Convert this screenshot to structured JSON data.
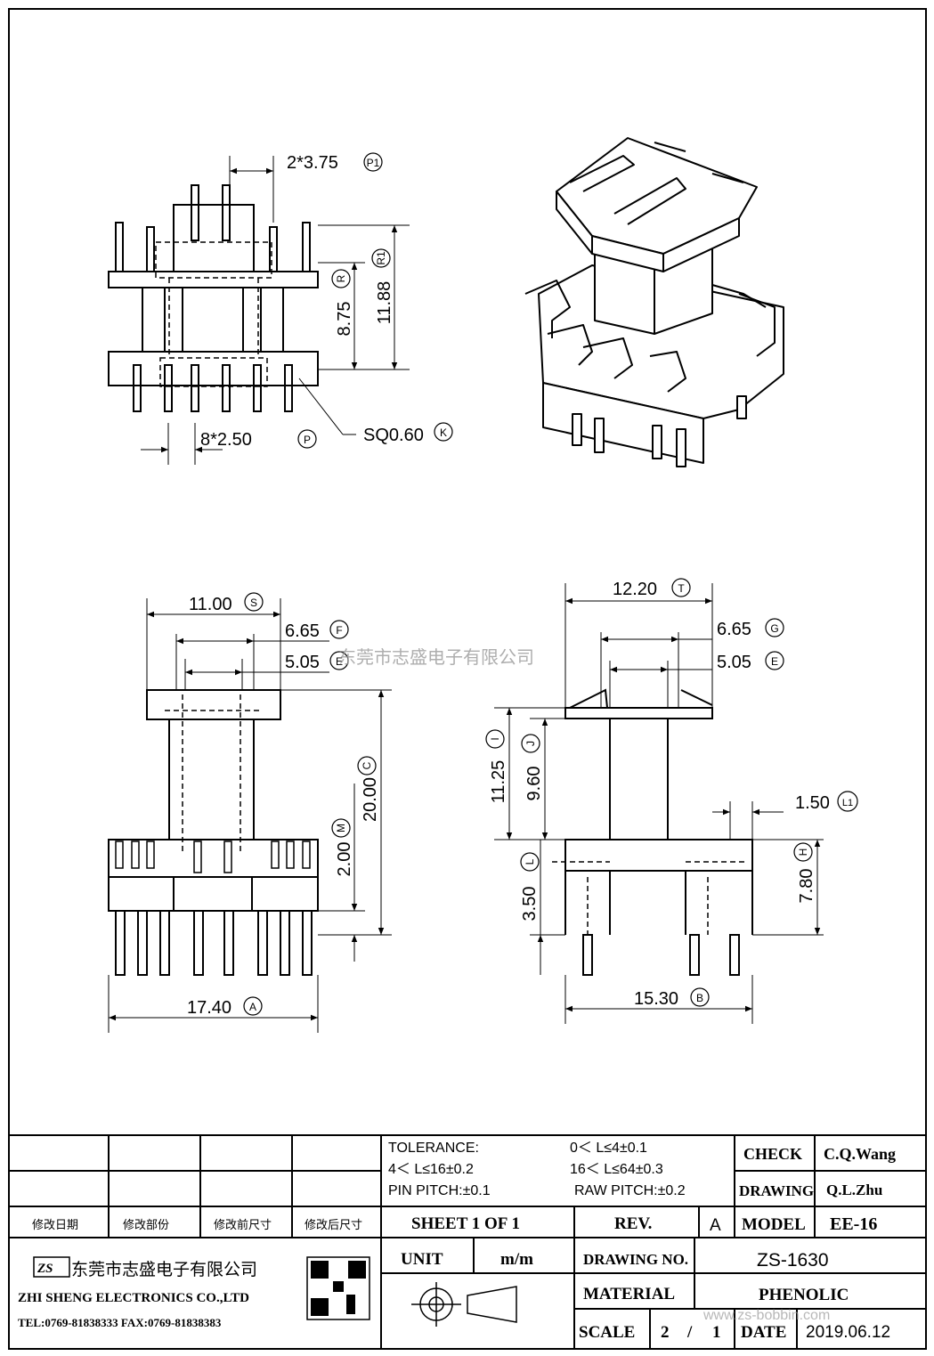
{
  "drawing": {
    "top_view": {
      "pin_pitch_top": "2*3.75",
      "pin_pitch_top_tag": "P1",
      "height_r1": "11.88",
      "height_r1_tag": "R1",
      "height_r": "8.75",
      "height_r_tag": "R",
      "pin_pitch_bottom": "8*2.50",
      "pin_pitch_bottom_tag": "P",
      "pin_size": "SQ0.60",
      "pin_size_tag": "K"
    },
    "front_view": {
      "width_s": "11.00",
      "width_s_tag": "S",
      "width_f": "6.65",
      "width_f_tag": "F",
      "width_e": "5.05",
      "width_e_tag": "E",
      "height_c": "20.00",
      "height_c_tag": "C",
      "height_m": "2.00",
      "height_m_tag": "M",
      "width_a": "17.40",
      "width_a_tag": "A"
    },
    "side_view": {
      "width_t": "12.20",
      "width_t_tag": "T",
      "width_g": "6.65",
      "width_g_tag": "G",
      "width_e": "5.05",
      "width_e_tag": "E",
      "height_i": "11.25",
      "height_i_tag": "I",
      "height_j": "9.60",
      "height_j_tag": "J",
      "width_l1": "1.50",
      "width_l1_tag": "L1",
      "height_l": "3.50",
      "height_l_tag": "L",
      "height_h": "7.80",
      "height_h_tag": "H",
      "width_b": "15.30",
      "width_b_tag": "B"
    },
    "watermark_text": "东莞市志盛电子有限公司"
  },
  "title_block": {
    "revision_headers": [
      "修改日期",
      "修改部份",
      "修改前尺寸",
      "修改后尺寸"
    ],
    "tolerance_label": "TOLERANCE:",
    "tol_1": "0＜ L≤4±0.1",
    "tol_2": "4＜ L≤16±0.2",
    "tol_3": "16＜ L≤64±0.3",
    "pin_pitch": "PIN PITCH:±0.1",
    "raw_pitch": "RAW PITCH:±0.2",
    "check_label": "CHECK",
    "check_value": "C.Q.Wang",
    "drawing_label": "DRAWING",
    "drawing_value": "Q.L.Zhu",
    "sheet": "SHEET  1  OF  1",
    "rev_label": "REV.",
    "rev_value": "A",
    "model_label": "MODEL",
    "model_value": "EE-16",
    "unit_label": "UNIT",
    "unit_value": "m/m",
    "drawing_no_label": "DRAWING  NO.",
    "drawing_no_value": "ZS-1630",
    "material_label": "MATERIAL",
    "material_value": "PHENOLIC",
    "scale_label": "SCALE",
    "scale_num": "2",
    "scale_sep": "/",
    "scale_den": "1",
    "date_label": "DATE",
    "date_value": "2019.06.12",
    "company_cn": "东莞市志盛电子有限公司",
    "company_en": "ZHI SHENG  ELECTRONICS CO.,LTD",
    "contact": "TEL:0769-81838333 FAX:0769-81838383",
    "logo_text": "ZS",
    "url_watermark": "www.zs-bobbin.com"
  },
  "colors": {
    "ink": "#000000",
    "paper": "#ffffff",
    "watermark": "#9a9a9a"
  }
}
